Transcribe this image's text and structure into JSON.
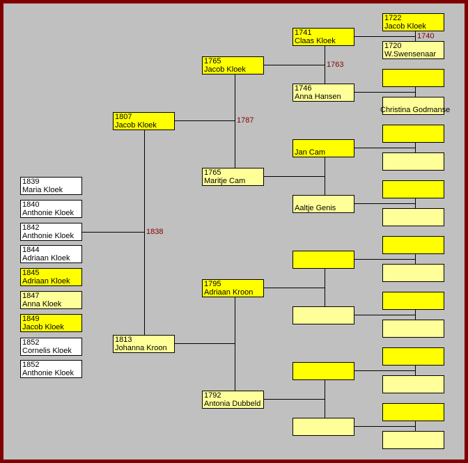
{
  "colors": {
    "border": "#800000",
    "background": "#c0c0c0",
    "male": "#ffff00",
    "female": "#ffff99",
    "child": "#ffffff",
    "marriage_year": "#800000",
    "lines": "#000000"
  },
  "children": [
    {
      "year": "1839",
      "name": "Maria Kloek",
      "highlight": "c"
    },
    {
      "year": "1840",
      "name": "Anthonie Kloek",
      "highlight": "c"
    },
    {
      "year": "1842",
      "name": "Anthonie Kloek",
      "highlight": "c"
    },
    {
      "year": "1844",
      "name": "Adriaan Kloek",
      "highlight": "c"
    },
    {
      "year": "1845",
      "name": "Adriaan Kloek",
      "highlight": "m"
    },
    {
      "year": "1847",
      "name": "Anna Kloek",
      "highlight": "f"
    },
    {
      "year": "1849",
      "name": "Jacob Kloek",
      "highlight": "m"
    },
    {
      "year": "1852",
      "name": "Cornelis Kloek",
      "highlight": "c"
    },
    {
      "year": "1852",
      "name": "Anthonie Kloek",
      "highlight": "c"
    }
  ],
  "parents": [
    {
      "year": "1807",
      "name": "Jacob Kloek"
    },
    {
      "year": "1813",
      "name": "Johanna Kroon"
    }
  ],
  "grandparents": [
    {
      "year": "1765",
      "name": "Jacob Kloek"
    },
    {
      "year": "1765",
      "name": "Maritje Cam"
    },
    {
      "year": "1795",
      "name": "Adriaan Kroon"
    },
    {
      "year": "1792",
      "name": "Antonia Dubbeld"
    }
  ],
  "great_grandparents": [
    {
      "year": "1741",
      "name": "Claas Kloek"
    },
    {
      "year": "1746",
      "name": "Anna Hansen"
    },
    {
      "year": "",
      "name": "Jan Cam"
    },
    {
      "year": "",
      "name": "Aaltje Genis"
    },
    {
      "year": "",
      "name": ""
    },
    {
      "year": "",
      "name": ""
    },
    {
      "year": "",
      "name": ""
    },
    {
      "year": "",
      "name": ""
    }
  ],
  "great_great_grandparents": [
    {
      "year": "1722",
      "name": "Jacob Kloek"
    },
    {
      "year": "1720",
      "name": "W.Swensenaar"
    },
    {
      "year": "",
      "name": ""
    },
    {
      "year": "",
      "name": "Christina Godmanse"
    },
    {
      "year": "",
      "name": ""
    },
    {
      "year": "",
      "name": ""
    },
    {
      "year": "",
      "name": ""
    },
    {
      "year": "",
      "name": ""
    },
    {
      "year": "",
      "name": ""
    },
    {
      "year": "",
      "name": ""
    },
    {
      "year": "",
      "name": ""
    },
    {
      "year": "",
      "name": ""
    },
    {
      "year": "",
      "name": ""
    },
    {
      "year": "",
      "name": ""
    },
    {
      "year": "",
      "name": ""
    },
    {
      "year": "",
      "name": ""
    }
  ],
  "marriages": {
    "parents": "1838",
    "paternal_grandparents": "1787",
    "paternal_great_grandparents": "1763",
    "paternal_great_great_grandparents": "1740"
  }
}
